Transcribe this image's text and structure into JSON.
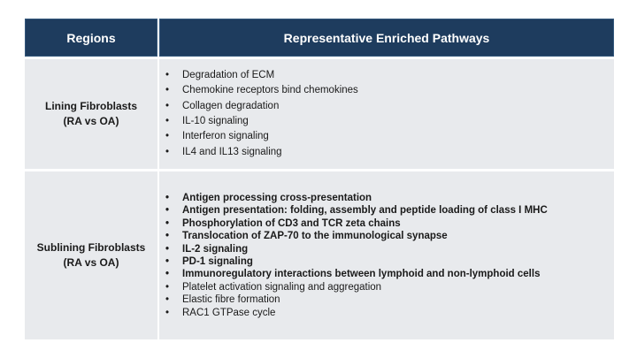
{
  "colors": {
    "header_bg": "#1E3C5E",
    "row_bg": "#E8EAED",
    "header_text": "#FFFFFF",
    "body_text": "#1A1A1A"
  },
  "table": {
    "header": {
      "col1": "Regions",
      "col2": "Representative Enriched Pathways"
    },
    "rows": [
      {
        "region_line1": "Lining Fibroblasts",
        "region_line2": "(RA vs OA)",
        "pathways": [
          {
            "text": "Degradation of ECM",
            "bold": false
          },
          {
            "text": "Chemokine receptors bind chemokines",
            "bold": false
          },
          {
            "text": "Collagen degradation",
            "bold": false
          },
          {
            "text": "IL-10 signaling",
            "bold": false
          },
          {
            "text": "Interferon signaling",
            "bold": false
          },
          {
            "text": "IL4 and IL13 signaling",
            "bold": false
          }
        ]
      },
      {
        "region_line1": "Sublining Fibroblasts",
        "region_line2": "(RA vs OA)",
        "pathways": [
          {
            "text": "Antigen processing cross-presentation",
            "bold": true
          },
          {
            "text": "Antigen presentation: folding, assembly and peptide loading of class I MHC",
            "bold": true
          },
          {
            "text": "Phosphorylation of CD3 and TCR zeta chains",
            "bold": true
          },
          {
            "text": "Translocation of ZAP-70 to the immunological synapse",
            "bold": true
          },
          {
            "text": "IL-2 signaling",
            "bold": true
          },
          {
            "text": "PD-1 signaling",
            "bold": true
          },
          {
            "text": "Immunoregulatory interactions between lymphoid and non-lymphoid cells",
            "bold": true
          },
          {
            "text": "Platelet activation signaling and aggregation",
            "bold": false
          },
          {
            "text": "Elastic fibre formation",
            "bold": false
          },
          {
            "text": "RAC1 GTPase cycle",
            "bold": false
          }
        ]
      }
    ]
  }
}
